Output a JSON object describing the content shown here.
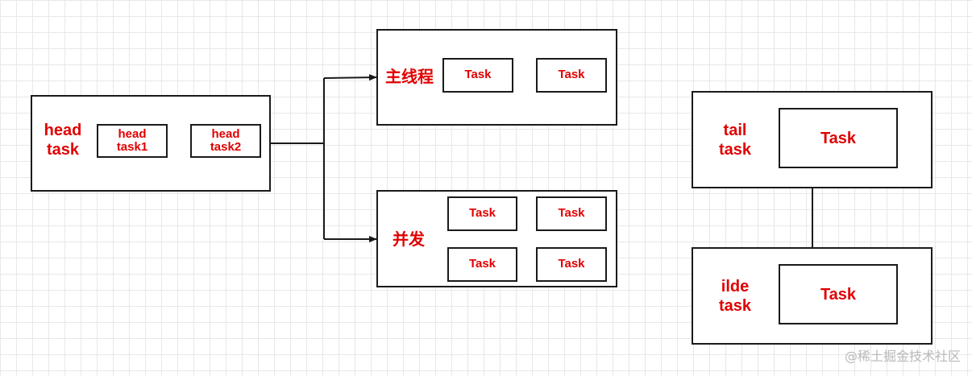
{
  "colors": {
    "text": "#e00000",
    "stroke": "#1a1a1a",
    "grid": "#e8e8e8"
  },
  "head_group": {
    "label_line1": "head",
    "label_line2": "task",
    "task1_line1": "head",
    "task1_line2": "task1",
    "task2_line1": "head",
    "task2_line2": "task2"
  },
  "main_thread_group": {
    "label": "主线程",
    "task_a": "Task",
    "task_b": "Task"
  },
  "concurrent_group": {
    "label": "并发",
    "tasks": [
      "Task",
      "Task",
      "Task",
      "Task"
    ]
  },
  "tail_group": {
    "label_line1": "tail",
    "label_line2": "task",
    "task": "Task"
  },
  "idle_group": {
    "label_line1": "ilde",
    "label_line2": "task",
    "task": "Task"
  },
  "watermark": "@稀土掘金技术社区"
}
